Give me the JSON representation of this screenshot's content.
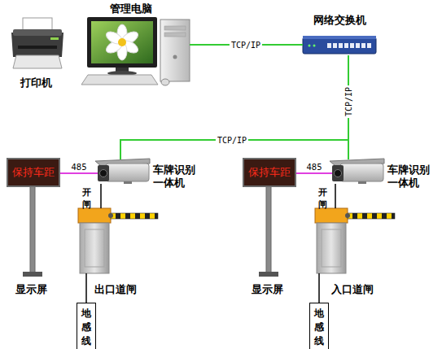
{
  "diagram": {
    "nodes": [
      {
        "text": [
          "打印机"
        ]
      },
      {
        "text": [
          "管理电脑"
        ]
      },
      {
        "text": [
          "网络交换机"
        ]
      },
      {
        "text": [
          "保持车距",
          "显示屏"
        ]
      },
      {
        "text": [
          "车牌识别一体机"
        ]
      },
      {
        "text": [
          "出口道闸"
        ]
      },
      {
        "text": [
          "地感线"
        ]
      },
      {
        "text": [
          "保持车距",
          "显示屏"
        ]
      },
      {
        "text": [
          "车牌识别一体机"
        ]
      },
      {
        "text": [
          "入口道闸"
        ]
      },
      {
        "text": [
          "地感线"
        ]
      }
    ],
    "edges": [
      {
        "from": 1,
        "to": 2,
        "label": "TCP/IP",
        "arrow": "none"
      },
      {
        "from": 2,
        "to": 8,
        "label": "TCP/IP",
        "arrow": "none"
      },
      {
        "from": 2,
        "to": 4,
        "label": "TCP/IP",
        "arrow": "none"
      },
      {
        "from": 3,
        "to": 4,
        "label": "485",
        "arrow": "none"
      },
      {
        "from": 4,
        "to": 5,
        "label": "开闸",
        "arrow": "none"
      },
      {
        "from": 5,
        "to": 6,
        "arrow": "none"
      },
      {
        "from": 7,
        "to": 8,
        "label": "485",
        "arrow": "none"
      },
      {
        "from": 8,
        "to": 9,
        "label": "开闸",
        "arrow": "none"
      },
      {
        "from": 9,
        "to": 10,
        "arrow": "none"
      }
    ]
  }
}
